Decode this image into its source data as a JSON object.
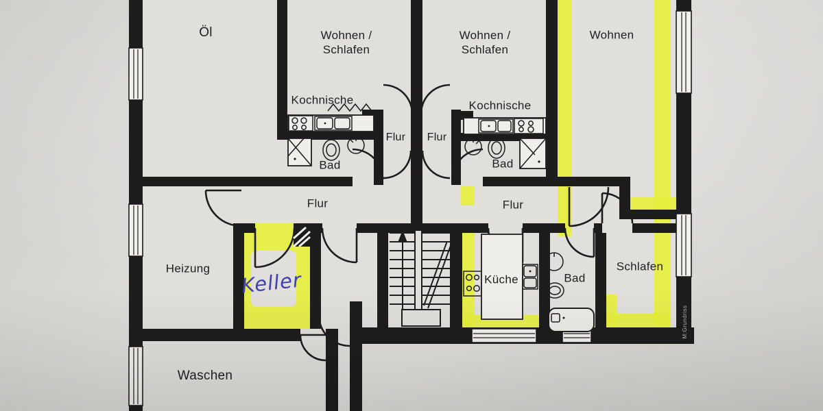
{
  "colors": {
    "paper": "#d8d7d4",
    "room": "#e3e2df",
    "wall": "#1a1a1a",
    "highlight": "#e9f23c",
    "ink": "#202020",
    "pen": "#4040ae"
  },
  "rooms": {
    "oel": {
      "label": "Öl"
    },
    "wohnen_schlafen_left": {
      "label": "Wohnen /\nSchlafen"
    },
    "kochnische_left": {
      "label": "Kochnische"
    },
    "flur_small_left": {
      "label": "Flur"
    },
    "flur_small_right": {
      "label": "Flur"
    },
    "wohnen_schlafen_right": {
      "label": "Wohnen /\nSchlafen"
    },
    "kochnische_right": {
      "label": "Kochnische"
    },
    "wohnen": {
      "label": "Wohnen"
    },
    "bad_upper_left": {
      "label": "Bad"
    },
    "bad_upper_right": {
      "label": "Bad"
    },
    "flur_main_left": {
      "label": "Flur"
    },
    "flur_main_right": {
      "label": "Flur"
    },
    "heizung": {
      "label": "Heizung"
    },
    "keller": {
      "label": "Keller"
    },
    "kueche": {
      "label": "Küche"
    },
    "bad_bottom": {
      "label": "Bad"
    },
    "schlafen": {
      "label": "Schlafen"
    },
    "waschen": {
      "label": "Waschen"
    }
  },
  "annotations": {
    "plan_credit": "M:Grundriss"
  },
  "fixtures": {
    "stove": "stove-icon",
    "sink": "sink-icon",
    "toilet": "toilet-icon",
    "shower": "shower-icon",
    "bathtub": "bathtub-icon",
    "stairs": "stairs-icon",
    "window": "window-marker",
    "door": "door-swing-arc",
    "duct": "duct-hatch-icon"
  }
}
